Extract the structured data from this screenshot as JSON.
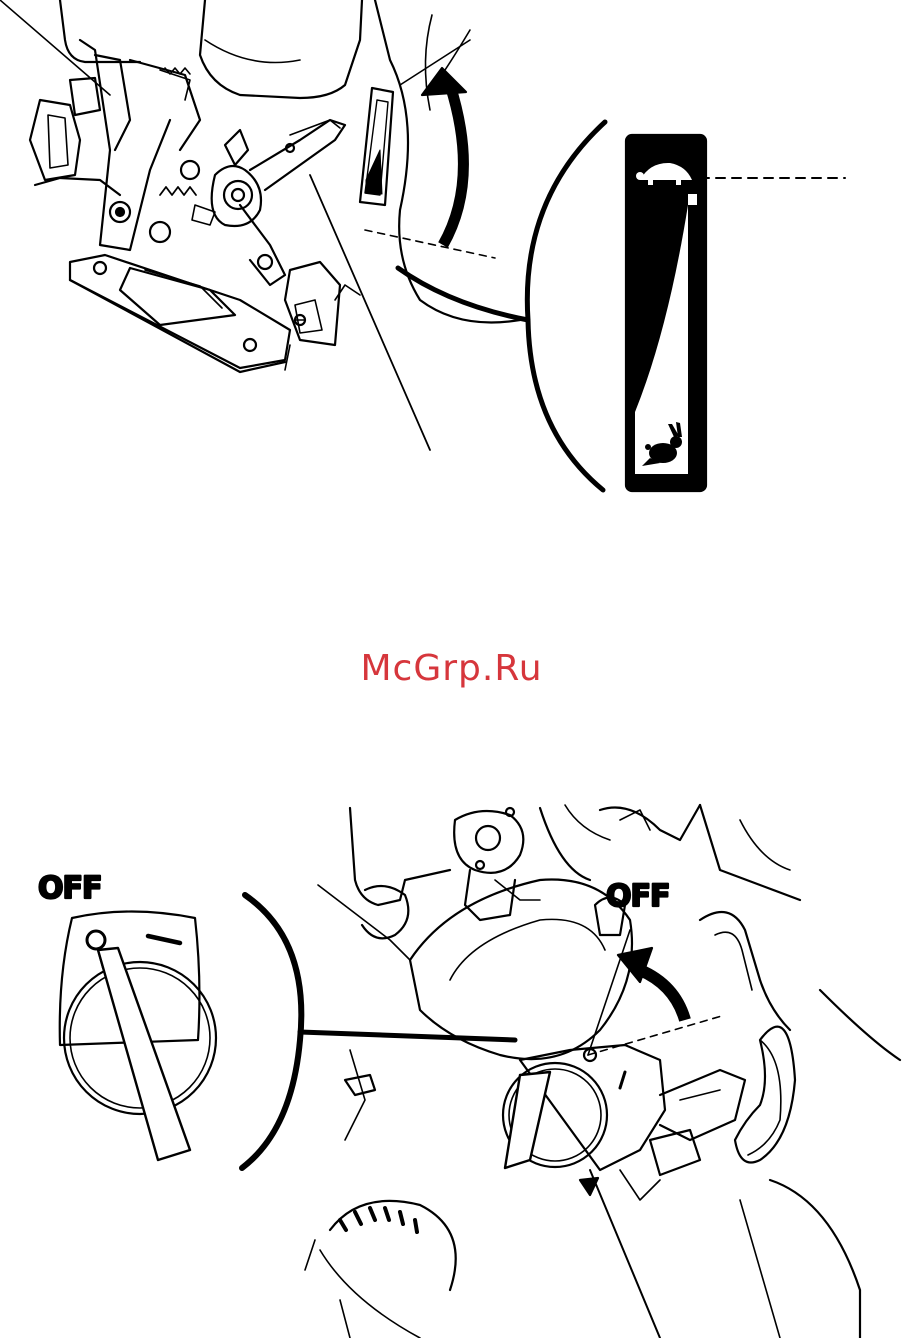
{
  "watermark": {
    "text": "McGrp.Ru",
    "color": "#d6363c"
  },
  "fuel_valve": {
    "detail_label": "OFF",
    "engine_label": "OFF",
    "detail_mark_off": "O",
    "detail_mark_on": "—",
    "engine_mark_on": "I"
  },
  "throttle": {
    "indicator_icons": [
      "turtle-icon",
      "rabbit-icon"
    ],
    "arrow": "curved-arrow-up"
  },
  "colors": {
    "line": "#000000",
    "background": "#ffffff",
    "watermark": "#d6363c"
  }
}
